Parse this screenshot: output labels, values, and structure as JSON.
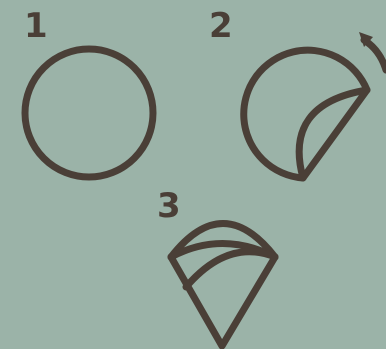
{
  "colors": {
    "background": "#9bb3a8",
    "stroke": "#4a3f37"
  },
  "steps": [
    {
      "label": "1",
      "shape": "full-circle-icon"
    },
    {
      "label": "2",
      "shape": "circle-folding-edge-icon"
    },
    {
      "label": "3",
      "shape": "folded-cone-icon"
    }
  ]
}
